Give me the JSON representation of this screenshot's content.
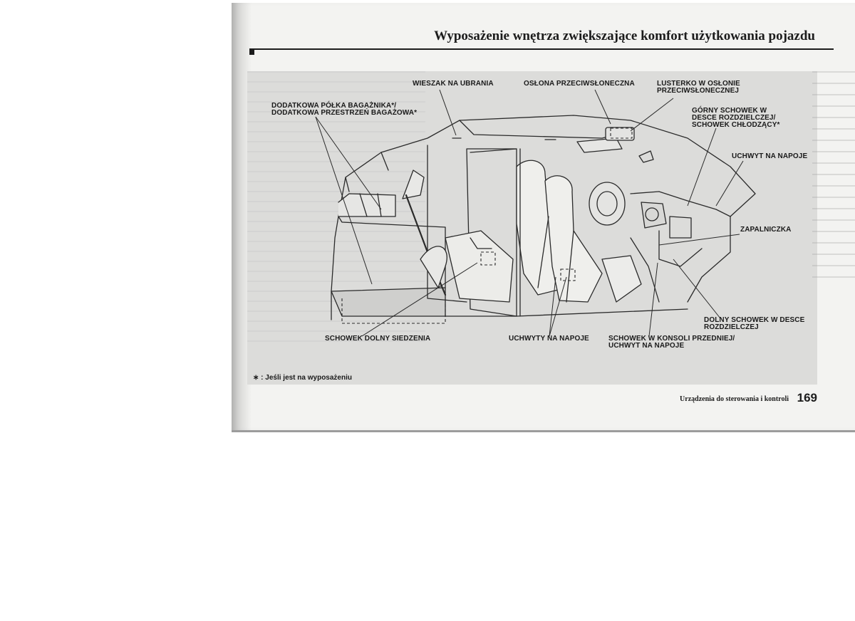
{
  "header": {
    "title": "Wyposażenie wnętrza zwiększające komfort użytkowania pojazdu"
  },
  "labels": {
    "wieszak": "WIESZAK NA UBRANIA",
    "oslona": "OSŁONA PRZECIWSŁONECZNA",
    "lusterko_1": "LUSTERKO W OSŁONIE",
    "lusterko_2": "PRZECIWSŁONECZNEJ",
    "polka_1": "DODATKOWA PÓŁKA BAGAŻNIKA*/",
    "polka_2": "DODATKOWA PRZESTRZEŃ BAGAŻOWA*",
    "gorny_1": "GÓRNY SCHOWEK W",
    "gorny_2": "DESCE ROZDZIELCZEJ/",
    "gorny_3": "SCHOWEK CHŁODZĄCY*",
    "uchwyt_napoje": "UCHWYT NA NAPOJE",
    "zapalniczka": "ZAPALNICZKA",
    "dolny_1": "DOLNY SCHOWEK W DESCE",
    "dolny_2": "ROZDZIELCZEJ",
    "schowek_siedzenia": "SCHOWEK DOLNY SIEDZENIA",
    "uchwyty_napoje": "UCHWYTY NA NAPOJE",
    "konsola_1": "SCHOWEK W KONSOLI PRZEDNIEJ/",
    "konsola_2": "UCHWYT NA NAPOJE"
  },
  "footnote": "∗ :  Jeśli jest na wyposażeniu",
  "footer": {
    "section": "Urządzenia do sterowania i kontroli",
    "page_number": "169"
  }
}
